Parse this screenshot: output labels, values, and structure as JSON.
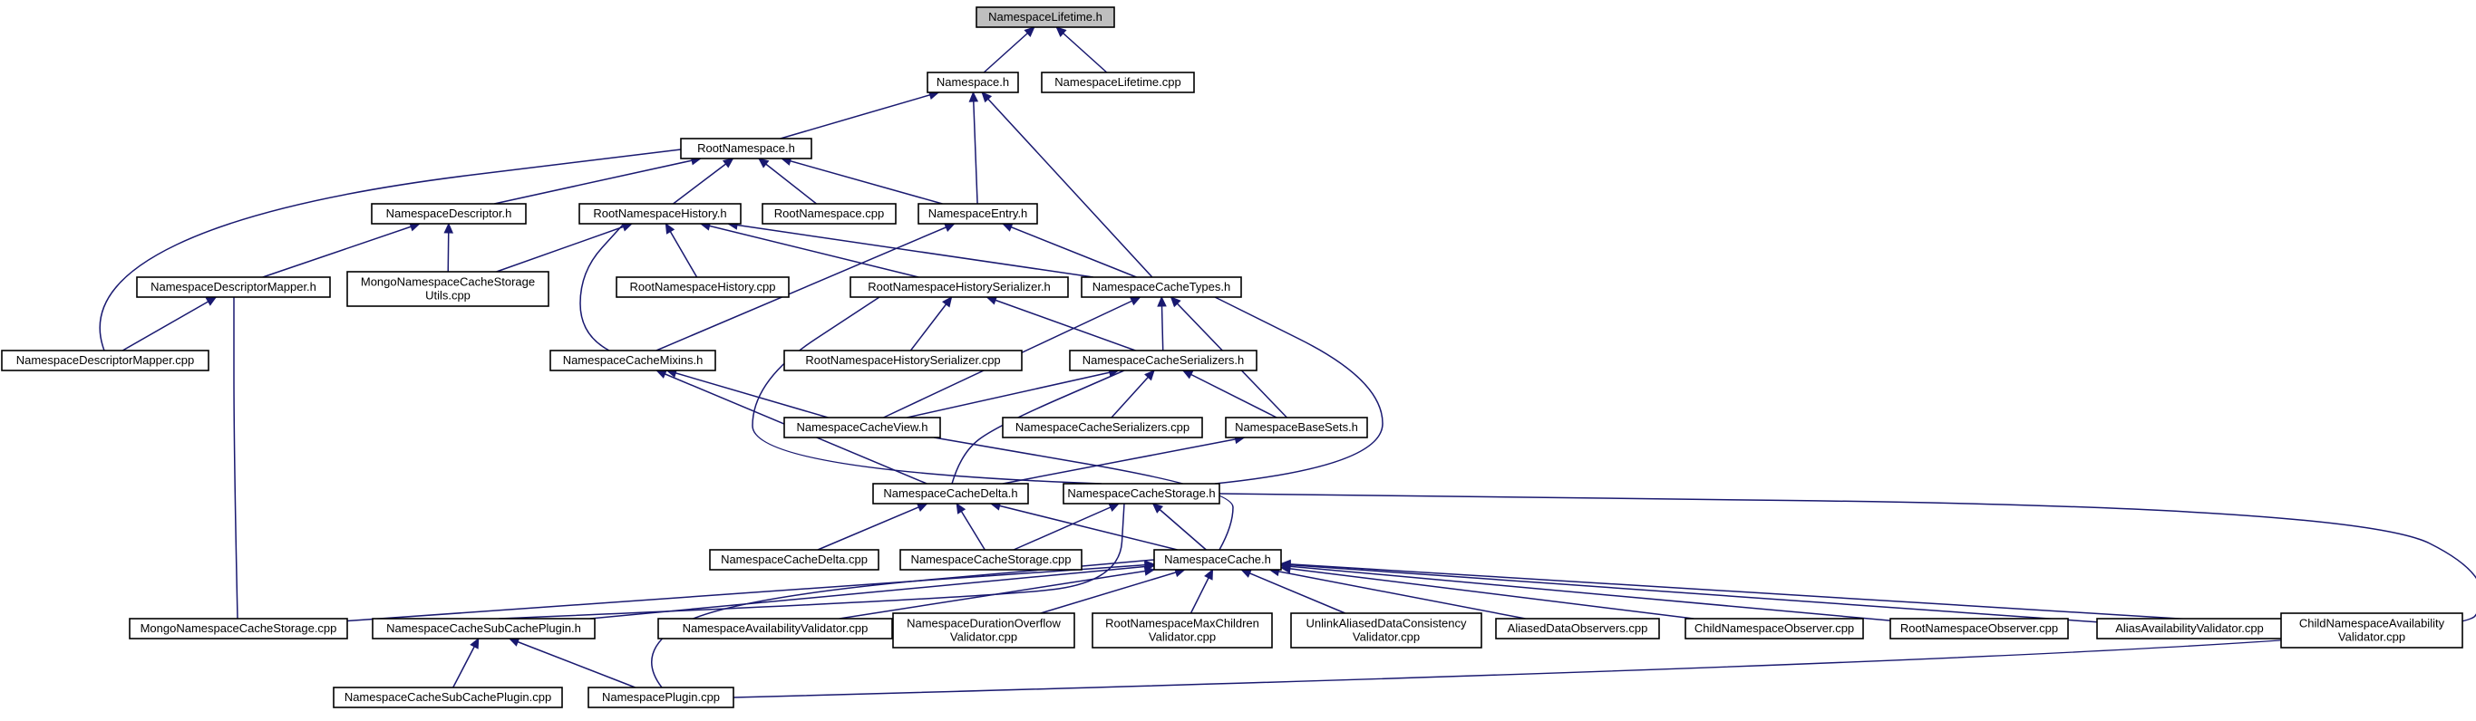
{
  "diagram": {
    "root": "lifetime_h",
    "colors": {
      "edge": "#191970",
      "node_fill": "#ffffff",
      "root_fill": "#bfbfbf",
      "node_border": "#000000"
    },
    "nodes": [
      {
        "id": "lifetime_h",
        "lines": [
          "NamespaceLifetime.h"
        ]
      },
      {
        "id": "namespace_h",
        "lines": [
          "Namespace.h"
        ]
      },
      {
        "id": "lifetime_cpp",
        "lines": [
          "NamespaceLifetime.cpp"
        ]
      },
      {
        "id": "rootns_h",
        "lines": [
          "RootNamespace.h"
        ]
      },
      {
        "id": "descriptor_h",
        "lines": [
          "NamespaceDescriptor.h"
        ]
      },
      {
        "id": "rnshistory_h",
        "lines": [
          "RootNamespaceHistory.h"
        ]
      },
      {
        "id": "rootns_cpp",
        "lines": [
          "RootNamespace.cpp"
        ]
      },
      {
        "id": "entry_h",
        "lines": [
          "NamespaceEntry.h"
        ]
      },
      {
        "id": "descmapper_h",
        "lines": [
          "NamespaceDescriptorMapper.h"
        ]
      },
      {
        "id": "mongoutils_cpp",
        "lines": [
          "MongoNamespaceCacheStorage",
          "Utils.cpp"
        ]
      },
      {
        "id": "rnshistory_cpp",
        "lines": [
          "RootNamespaceHistory.cpp"
        ]
      },
      {
        "id": "rnshistser_h",
        "lines": [
          "RootNamespaceHistorySerializer.h"
        ]
      },
      {
        "id": "cachetypes_h",
        "lines": [
          "NamespaceCacheTypes.h"
        ]
      },
      {
        "id": "descmapper_cpp",
        "lines": [
          "NamespaceDescriptorMapper.cpp"
        ]
      },
      {
        "id": "cachemixins_h",
        "lines": [
          "NamespaceCacheMixins.h"
        ]
      },
      {
        "id": "rnshistser_cpp",
        "lines": [
          "RootNamespaceHistorySerializer.cpp"
        ]
      },
      {
        "id": "cacheser_h",
        "lines": [
          "NamespaceCacheSerializers.h"
        ]
      },
      {
        "id": "cacheview_h",
        "lines": [
          "NamespaceCacheView.h"
        ]
      },
      {
        "id": "cacheser_cpp",
        "lines": [
          "NamespaceCacheSerializers.cpp"
        ]
      },
      {
        "id": "basesets_h",
        "lines": [
          "NamespaceBaseSets.h"
        ]
      },
      {
        "id": "cachedelta_h",
        "lines": [
          "NamespaceCacheDelta.h"
        ]
      },
      {
        "id": "cachestorage_h",
        "lines": [
          "NamespaceCacheStorage.h"
        ]
      },
      {
        "id": "cachedelta_cpp",
        "lines": [
          "NamespaceCacheDelta.cpp"
        ]
      },
      {
        "id": "cachestorage_cpp",
        "lines": [
          "NamespaceCacheStorage.cpp"
        ]
      },
      {
        "id": "cache_h",
        "lines": [
          "NamespaceCache.h"
        ]
      },
      {
        "id": "mongostorage_cpp",
        "lines": [
          "MongoNamespaceCacheStorage.cpp"
        ]
      },
      {
        "id": "subcacheplugin_h",
        "lines": [
          "NamespaceCacheSubCachePlugin.h"
        ]
      },
      {
        "id": "availvalidator_cpp",
        "lines": [
          "NamespaceAvailabilityValidator.cpp"
        ]
      },
      {
        "id": "duroverflow_cpp",
        "lines": [
          "NamespaceDurationOverflow",
          "Validator.cpp"
        ]
      },
      {
        "id": "maxchildren_cpp",
        "lines": [
          "RootNamespaceMaxChildren",
          "Validator.cpp"
        ]
      },
      {
        "id": "unlinkaliased_cpp",
        "lines": [
          "UnlinkAliasedDataConsistency",
          "Validator.cpp"
        ]
      },
      {
        "id": "aliasedobs_cpp",
        "lines": [
          "AliasedDataObservers.cpp"
        ]
      },
      {
        "id": "childobs_cpp",
        "lines": [
          "ChildNamespaceObserver.cpp"
        ]
      },
      {
        "id": "rootobs_cpp",
        "lines": [
          "RootNamespaceObserver.cpp"
        ]
      },
      {
        "id": "aliasavail_cpp",
        "lines": [
          "AliasAvailabilityValidator.cpp"
        ]
      },
      {
        "id": "childavail_cpp",
        "lines": [
          "ChildNamespaceAvailability",
          "Validator.cpp"
        ]
      },
      {
        "id": "subcacheplugin_cpp",
        "lines": [
          "NamespaceCacheSubCachePlugin.cpp"
        ]
      },
      {
        "id": "plugin_cpp",
        "lines": [
          "NamespacePlugin.cpp"
        ]
      }
    ],
    "edges": [
      [
        "lifetime_h",
        "namespace_h"
      ],
      [
        "lifetime_h",
        "lifetime_cpp"
      ],
      [
        "namespace_h",
        "rootns_h"
      ],
      [
        "namespace_h",
        "entry_h"
      ],
      [
        "namespace_h",
        "cachetypes_h"
      ],
      [
        "rootns_h",
        "descriptor_h"
      ],
      [
        "rootns_h",
        "rnshistory_h"
      ],
      [
        "rootns_h",
        "rootns_cpp"
      ],
      [
        "rootns_h",
        "entry_h"
      ],
      [
        "rootns_h",
        "descmapper_cpp"
      ],
      [
        "descriptor_h",
        "descmapper_h"
      ],
      [
        "descriptor_h",
        "mongoutils_cpp"
      ],
      [
        "rnshistory_h",
        "mongoutils_cpp"
      ],
      [
        "rnshistory_h",
        "rnshistory_cpp"
      ],
      [
        "rnshistory_h",
        "rnshistser_h"
      ],
      [
        "rnshistory_h",
        "cachetypes_h"
      ],
      [
        "rnshistory_h",
        "cachemixins_h"
      ],
      [
        "entry_h",
        "cachetypes_h"
      ],
      [
        "entry_h",
        "cachemixins_h"
      ],
      [
        "descmapper_h",
        "descmapper_cpp"
      ],
      [
        "descmapper_h",
        "mongostorage_cpp"
      ],
      [
        "rnshistser_h",
        "rnshistser_cpp"
      ],
      [
        "rnshistser_h",
        "cacheser_h"
      ],
      [
        "rnshistser_h",
        "cachestorage_h"
      ],
      [
        "cachetypes_h",
        "cacheser_h"
      ],
      [
        "cachetypes_h",
        "cacheview_h"
      ],
      [
        "cachetypes_h",
        "basesets_h"
      ],
      [
        "cachetypes_h",
        "cachestorage_h"
      ],
      [
        "cachemixins_h",
        "cacheview_h"
      ],
      [
        "cachemixins_h",
        "cachedelta_h"
      ],
      [
        "cacheser_h",
        "cacheview_h"
      ],
      [
        "cacheser_h",
        "cacheser_cpp"
      ],
      [
        "cacheser_h",
        "basesets_h"
      ],
      [
        "cacheser_h",
        "cachedelta_h"
      ],
      [
        "cacheview_h",
        "cache_h"
      ],
      [
        "basesets_h",
        "cachedelta_h"
      ],
      [
        "cachedelta_h",
        "cachedelta_cpp"
      ],
      [
        "cachedelta_h",
        "cachestorage_cpp"
      ],
      [
        "cachedelta_h",
        "cache_h"
      ],
      [
        "cachestorage_h",
        "cachestorage_cpp"
      ],
      [
        "cachestorage_h",
        "cache_h"
      ],
      [
        "cachestorage_h",
        "subcacheplugin_h"
      ],
      [
        "cachestorage_h",
        "plugin_cpp"
      ],
      [
        "cache_h",
        "mongostorage_cpp"
      ],
      [
        "cache_h",
        "subcacheplugin_h"
      ],
      [
        "cache_h",
        "availvalidator_cpp"
      ],
      [
        "cache_h",
        "duroverflow_cpp"
      ],
      [
        "cache_h",
        "maxchildren_cpp"
      ],
      [
        "cache_h",
        "unlinkaliased_cpp"
      ],
      [
        "cache_h",
        "aliasedobs_cpp"
      ],
      [
        "cache_h",
        "childobs_cpp"
      ],
      [
        "cache_h",
        "rootobs_cpp"
      ],
      [
        "cache_h",
        "aliasavail_cpp"
      ],
      [
        "cache_h",
        "childavail_cpp"
      ],
      [
        "cache_h",
        "plugin_cpp"
      ],
      [
        "subcacheplugin_h",
        "subcacheplugin_cpp"
      ],
      [
        "subcacheplugin_h",
        "plugin_cpp"
      ]
    ]
  }
}
